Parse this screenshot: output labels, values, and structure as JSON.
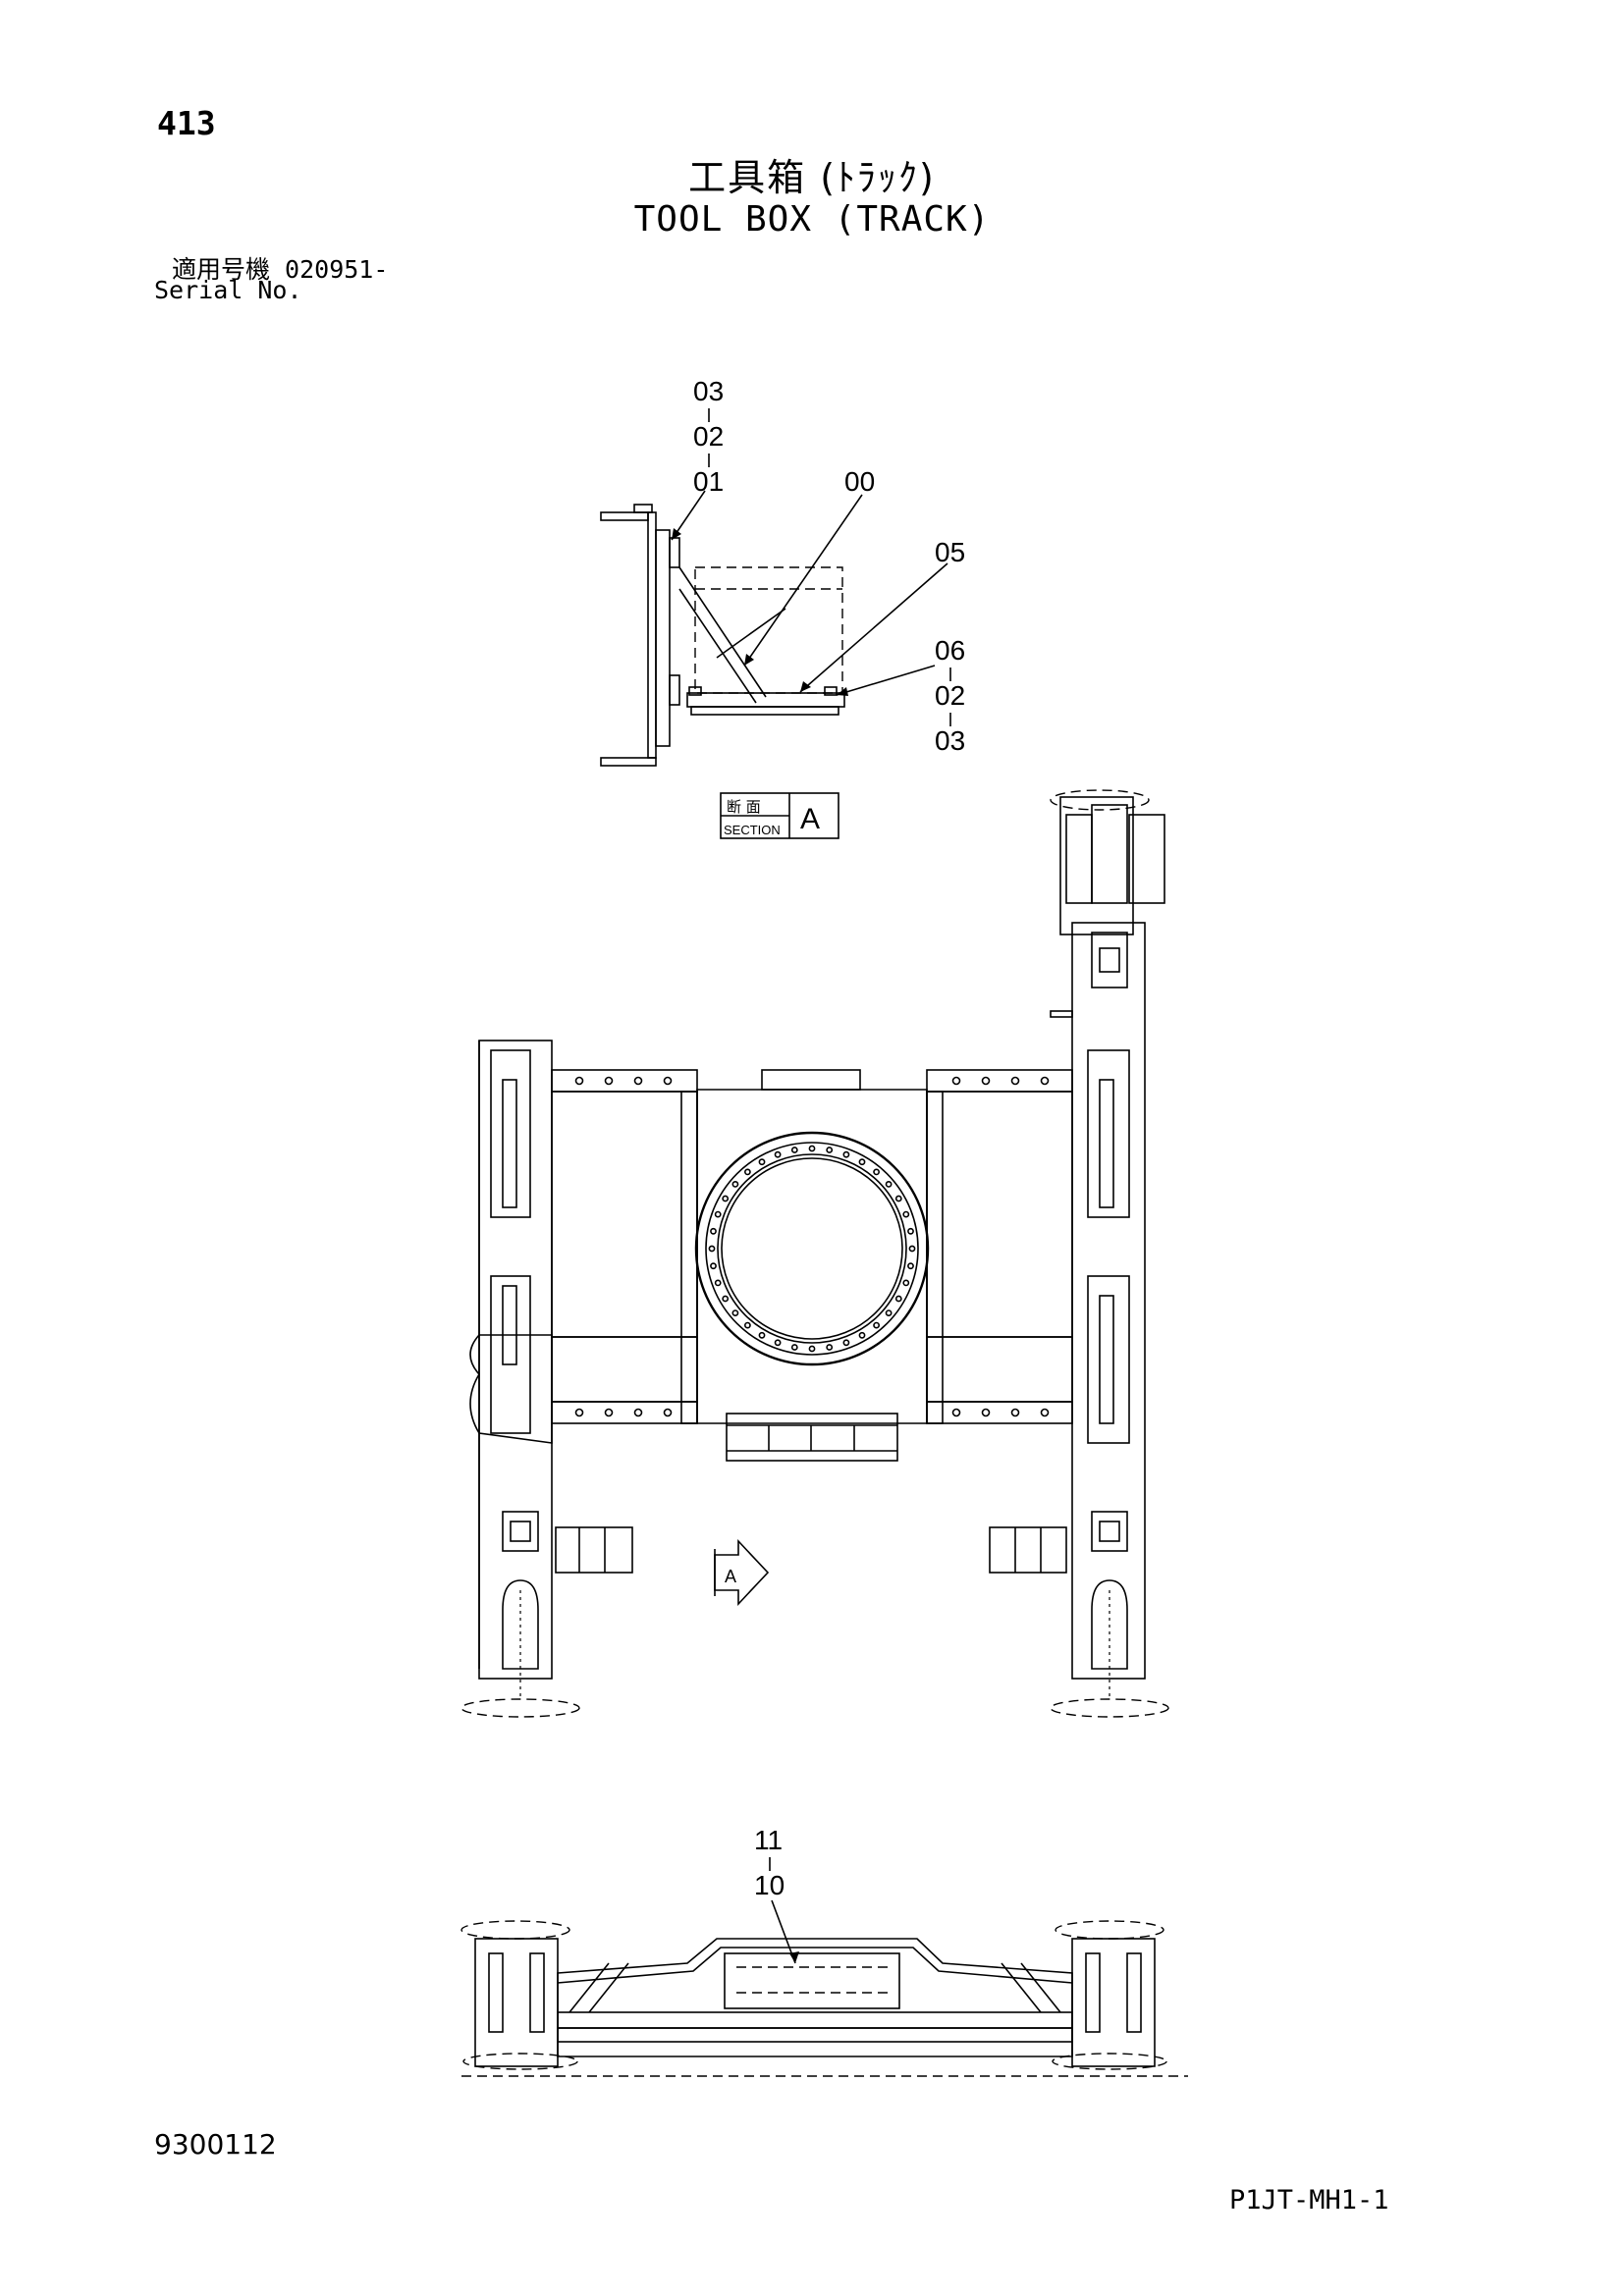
{
  "header": {
    "page_number": "413",
    "title_jp": "工具箱 (ﾄﾗｯｸ)",
    "title_en": "TOOL BOX (TRACK)",
    "serial_jp": "適用号機  020951-",
    "serial_en": "Serial No."
  },
  "section_view": {
    "callouts_left": [
      "03",
      "02",
      "01"
    ],
    "callout_center": "00",
    "callout_right_top": "05",
    "callouts_right_bottom": [
      "06",
      "02",
      "03"
    ],
    "section_badge": {
      "jp": "断 面",
      "en": "SECTION",
      "letter": "A"
    }
  },
  "plan_view": {
    "section_arrow_letter": "A"
  },
  "side_view": {
    "callouts": [
      "11",
      "10"
    ]
  },
  "footer": {
    "doc_number": "9300112",
    "page_code": "P1JT-MH1-1"
  }
}
